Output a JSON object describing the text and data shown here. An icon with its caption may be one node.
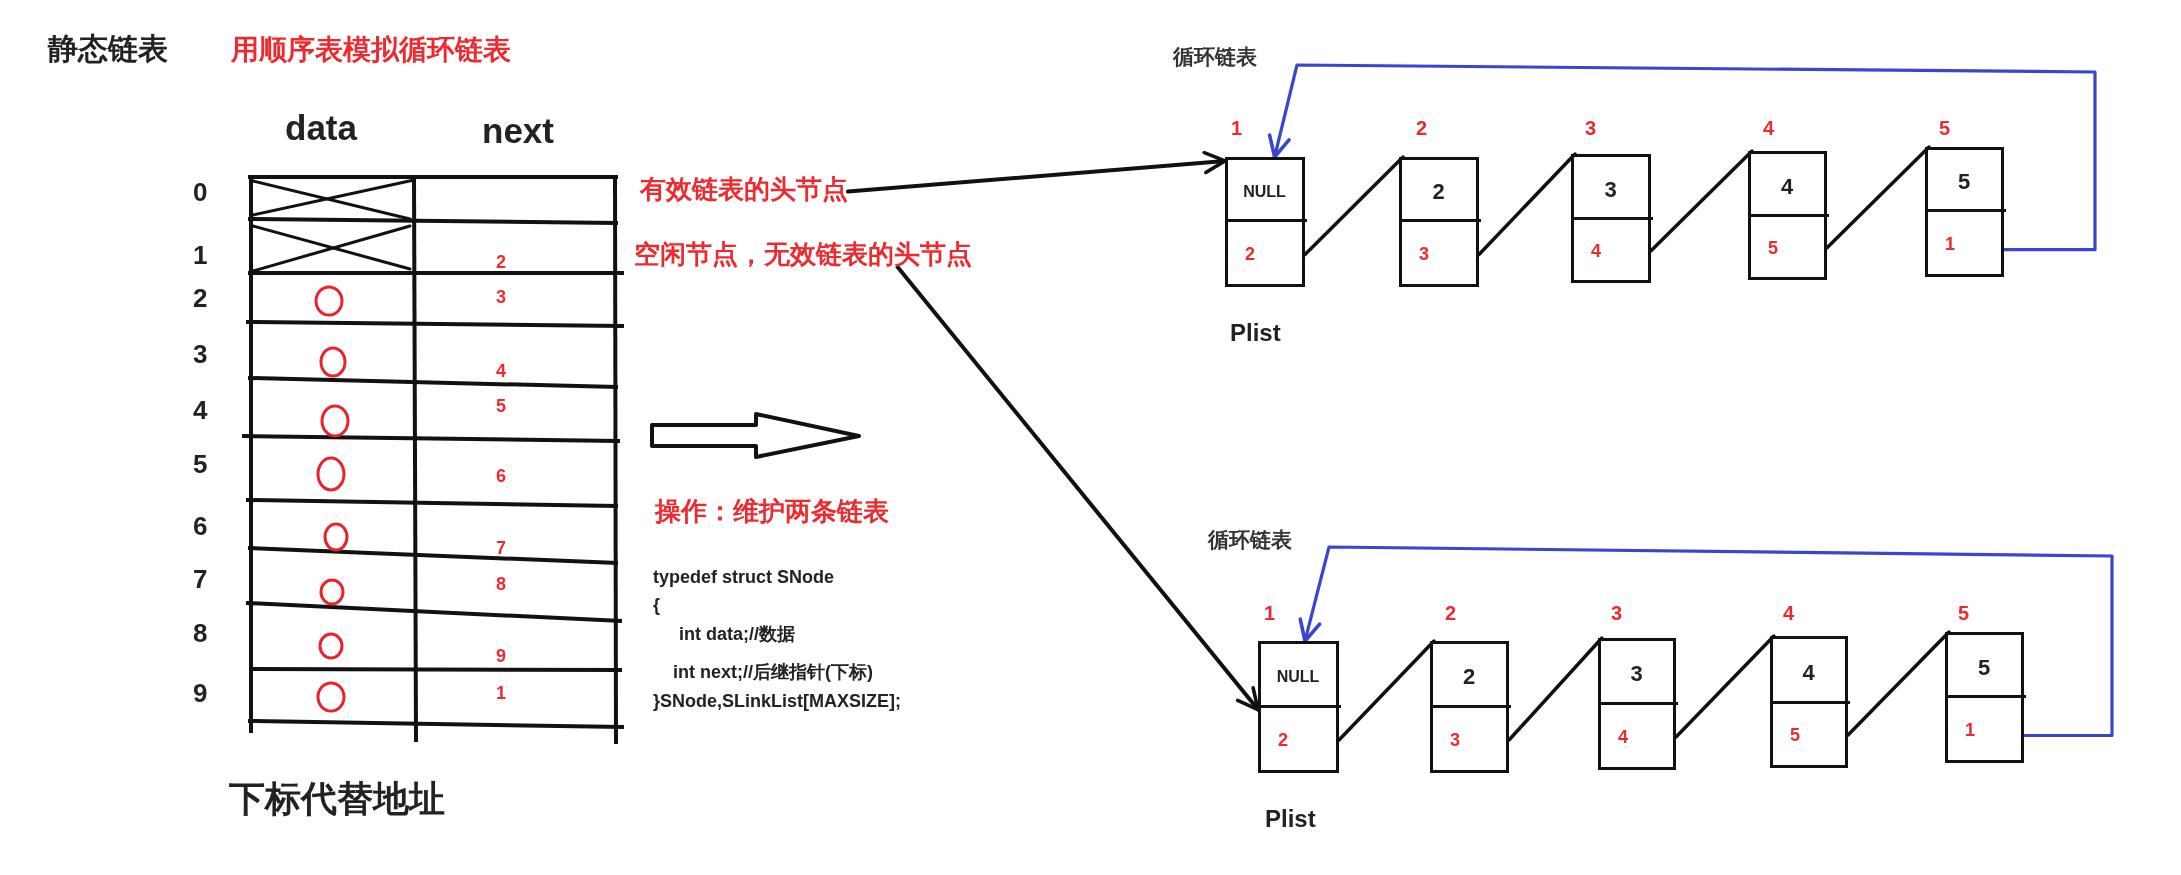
{
  "diagram": {
    "title": "静态链表",
    "nodes": [
      {
        "text": [
          "有效链表的头节点"
        ]
      },
      {
        "text": [
          "空闲节点，无效链表的头节点"
        ]
      },
      {
        "text": [
          "NULL",
          "2"
        ],
        "beside": [
          "1",
          "Plist"
        ]
      },
      {
        "text": [
          "2",
          "3"
        ],
        "beside": [
          "2"
        ]
      },
      {
        "text": [
          "3",
          "4"
        ],
        "beside": [
          "3"
        ]
      },
      {
        "text": [
          "4",
          "5"
        ],
        "beside": [
          "4"
        ]
      },
      {
        "text": [
          "5",
          "1"
        ],
        "beside": [
          "5"
        ]
      },
      {
        "text": [
          "NULL",
          "2"
        ],
        "beside": [
          "1",
          "Plist"
        ]
      },
      {
        "text": [
          "2",
          "3"
        ],
        "beside": [
          "2"
        ]
      },
      {
        "text": [
          "3",
          "4"
        ],
        "beside": [
          "3"
        ]
      },
      {
        "text": [
          "4",
          "5"
        ],
        "beside": [
          "4"
        ]
      },
      {
        "text": [
          "5",
          "1"
        ],
        "beside": [
          "5"
        ]
      }
    ],
    "edges": [
      {
        "from": 0,
        "to": 2,
        "arrow": "to"
      },
      {
        "from": 1,
        "to": 7,
        "arrow": "to"
      },
      {
        "from": 2,
        "to": 3,
        "arrow": "none"
      },
      {
        "from": 3,
        "to": 4,
        "arrow": "none"
      },
      {
        "from": 4,
        "to": 5,
        "arrow": "none"
      },
      {
        "from": 5,
        "to": 6,
        "arrow": "none"
      },
      {
        "from": 6,
        "to": 2,
        "arrow": "to",
        "label": "循环链表",
        "color": "#3b46cf"
      },
      {
        "from": 7,
        "to": 8,
        "arrow": "none"
      },
      {
        "from": 8,
        "to": 9,
        "arrow": "none"
      },
      {
        "from": 9,
        "to": 10,
        "arrow": "none"
      },
      {
        "from": 10,
        "to": 11,
        "arrow": "none"
      },
      {
        "from": 11,
        "to": 7,
        "arrow": "to",
        "label": "循环链表",
        "color": "#3b46cf"
      }
    ],
    "labels": [
      "用顺序表模拟循环链表",
      "data",
      "next",
      "0",
      "1",
      "2",
      "2",
      "3",
      "3",
      "4",
      "4",
      "5",
      "5",
      "6",
      "6",
      "7",
      "7",
      "8",
      "8",
      "9",
      "9",
      "1",
      "下标代替地址",
      "操作：维护两条链表",
      "typedef struct SNode",
      "{",
      "int data;//数据",
      "int next;//后继指针(下标)",
      "}SNode,SLinkList[MAXSIZE];"
    ]
  }
}
